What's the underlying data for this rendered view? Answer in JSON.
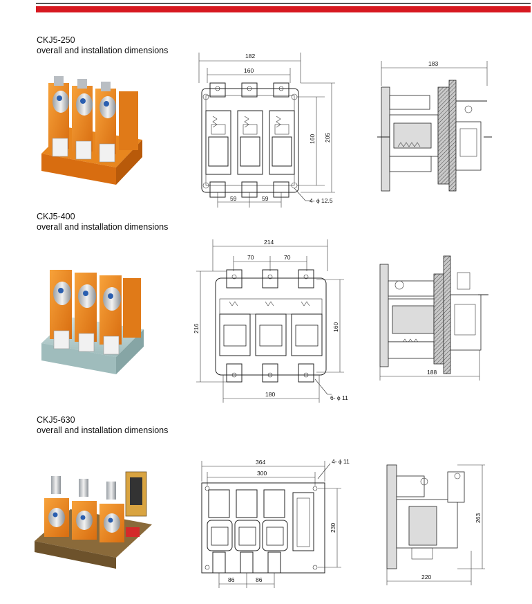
{
  "header": {
    "accent_color": "#d71920",
    "rule_color": "#555555"
  },
  "sections": [
    {
      "model": "CKJ5-250",
      "subtitle": "overall and installation dimensions",
      "front": {
        "overall_width": "182",
        "mount_width": "160",
        "mount_height": "160",
        "overall_height": "205",
        "pole_pitch_1": "59",
        "pole_pitch_2": "59",
        "holes": "4- ϕ 12.5"
      },
      "side": {
        "depth": "183"
      }
    },
    {
      "model": "CKJ5-400",
      "subtitle": "overall and installation dimensions",
      "front": {
        "overall_width": "214",
        "pole_pitch_1": "70",
        "pole_pitch_2": "70",
        "overall_height": "216",
        "mount_height": "160",
        "mount_width": "180",
        "holes": "6- ϕ 11"
      },
      "side": {
        "depth": "188"
      }
    },
    {
      "model": "CKJ5-630",
      "subtitle": "overall and installation dimensions",
      "front": {
        "overall_width": "364",
        "mount_width": "300",
        "holes": "4- ϕ 11",
        "mount_height": "230",
        "pole_pitch_1": "86",
        "pole_pitch_2": "86"
      },
      "side": {
        "height": "263",
        "depth": "220"
      }
    }
  ],
  "icons": {
    "product_photo": "contactor-photo",
    "front_view": "front-view-drawing",
    "side_view": "side-view-drawing"
  }
}
